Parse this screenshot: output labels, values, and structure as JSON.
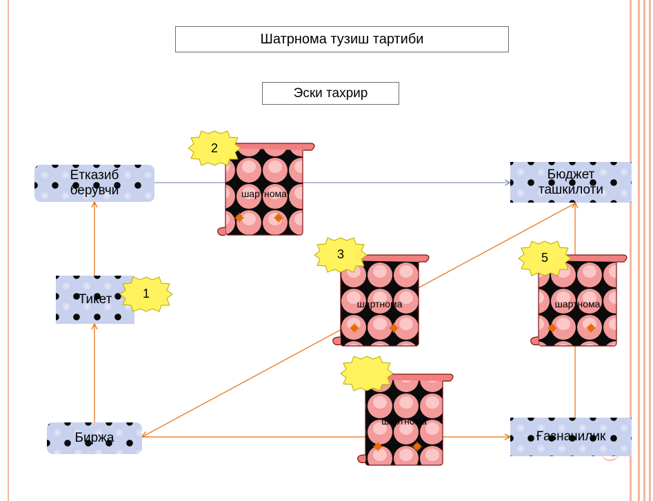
{
  "title": "Шатрнома тузиш тартиби",
  "subtitle": "Эски тахрир",
  "nodes": {
    "supplier": "Етказиб берувчи",
    "budget_org": "Бюджет ташкилоти",
    "ticket": "Тикет",
    "exchange": "Биржа",
    "treasury": "Ғазначилик"
  },
  "contract_label": "шартнома",
  "badges": {
    "one": "1",
    "two": "2",
    "three": "3",
    "five": "5"
  },
  "colors": {
    "arrow_orange": "#e46c0a",
    "arrow_gray": "#8496b0",
    "node_fill": "#c8d2ef",
    "scroll_fill": "#f28a8a",
    "badge_fill": "#fff25c",
    "side_stripe": "#f4b69c"
  }
}
